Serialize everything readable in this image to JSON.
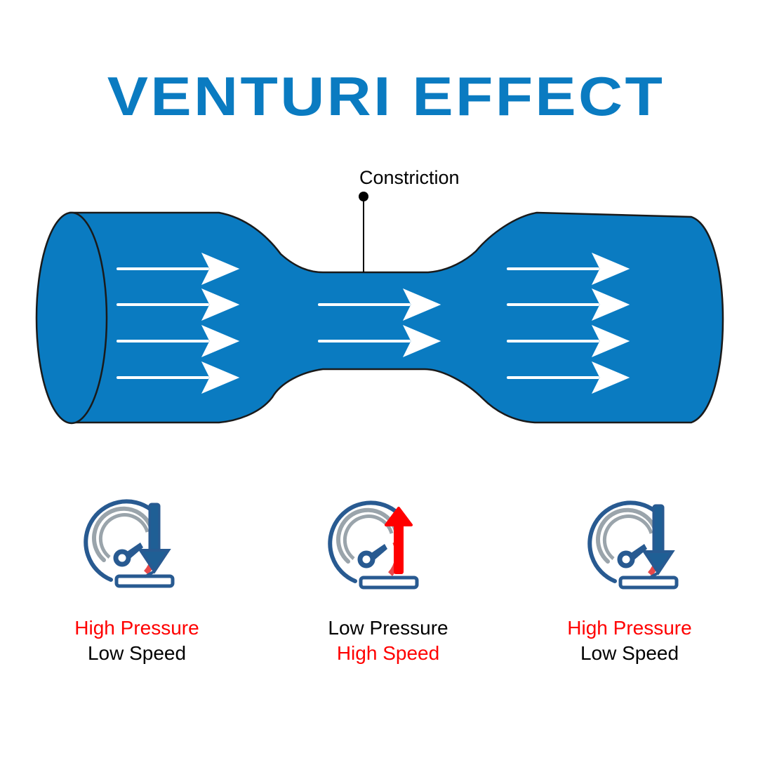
{
  "title": "VENTURI EFFECT",
  "constriction_label": "Constriction",
  "colors": {
    "pipe": "#0a7bc1",
    "gauge": "#285a91",
    "gauge_gray": "#9aa4ab",
    "gauge_red": "#e8484a",
    "highlight": "#ff0000"
  },
  "sections": [
    {
      "pressure": "High Pressure",
      "speed": "Low Speed",
      "arrow": "down"
    },
    {
      "pressure": "Low Pressure",
      "speed": "High Speed",
      "arrow": "up"
    },
    {
      "pressure": "High Pressure",
      "speed": "Low Speed",
      "arrow": "down"
    }
  ]
}
